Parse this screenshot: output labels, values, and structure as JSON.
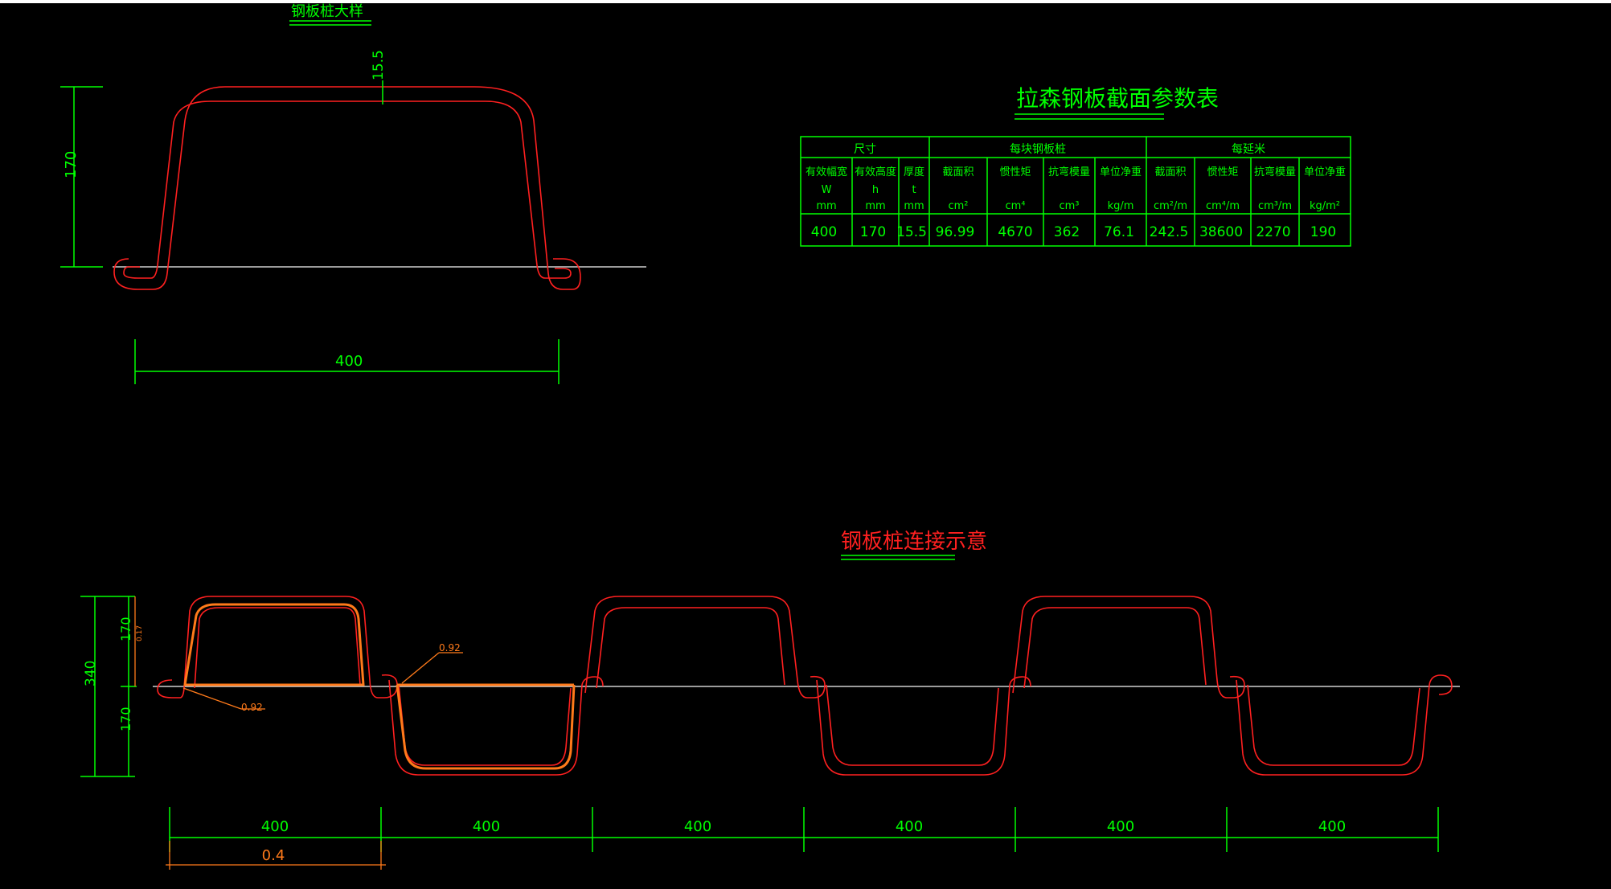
{
  "drawing": {
    "top_label": "钢板桩大样",
    "table_title": "拉森钢板截面参数表",
    "connect_title": "钢板桩连接示意"
  },
  "detail": {
    "height_dim": "170",
    "thickness_dim": "15.5",
    "width_dim": "400"
  },
  "table": {
    "group_headers": [
      "尺寸",
      "每块钢板桩",
      "每延米"
    ],
    "col_labels": [
      [
        "有效幅宽",
        "W",
        "mm"
      ],
      [
        "有效高度",
        "h",
        "mm"
      ],
      [
        "厚度",
        "t",
        "mm"
      ],
      [
        "截面积",
        "",
        "cm²"
      ],
      [
        "惯性矩",
        "",
        "cm⁴"
      ],
      [
        "抗弯模量",
        "",
        "cm³"
      ],
      [
        "单位净重",
        "",
        "kg/m"
      ],
      [
        "截面积",
        "",
        "cm²/m"
      ],
      [
        "惯性矩",
        "",
        "cm⁴/m"
      ],
      [
        "抗弯模量",
        "",
        "cm³/m"
      ],
      [
        "单位净重",
        "",
        "kg/m²"
      ]
    ],
    "values": [
      "400",
      "170",
      "15.5",
      "96.99",
      "4670",
      "362",
      "76.1",
      "242.5",
      "38600",
      "2270",
      "190"
    ]
  },
  "connection": {
    "total_height": "340",
    "upper_height": "170",
    "lower_height": "170",
    "small_dim": "0.17",
    "angle_a": "0.92",
    "angle_b": "0.92",
    "spans": [
      "400",
      "400",
      "400",
      "400",
      "400",
      "400"
    ],
    "orange_span": "0.4"
  },
  "colors": {
    "background": "#000000",
    "dimension": "#00ff00",
    "profile": "#ff2020",
    "highlight": "#ff7a1a",
    "baseline": "#d0d0d0"
  }
}
